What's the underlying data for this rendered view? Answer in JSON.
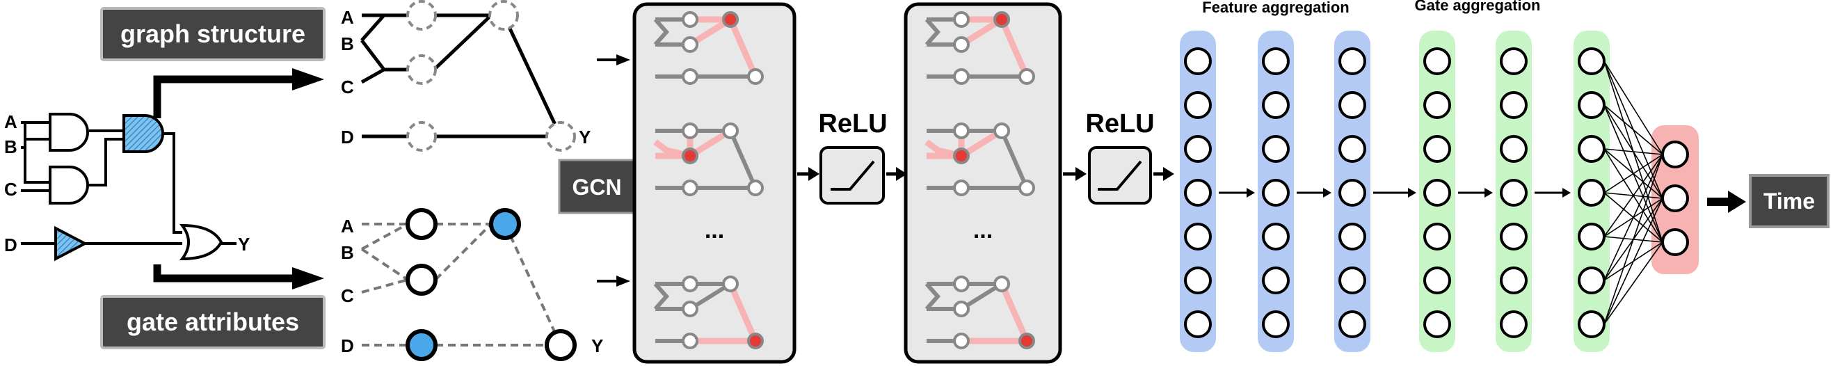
{
  "labels": {
    "graph_structure": "graph structure",
    "gate_attributes": "gate attributes",
    "gcn": "GCN",
    "relu_1": "ReLU",
    "relu_2": "ReLU",
    "ellipsis_1": "...",
    "ellipsis_2": "...",
    "feature_aggregation": "Feature aggregation",
    "gate_aggregation": "Gate aggregation",
    "time": "Time"
  },
  "circuit": {
    "inputs": [
      "A",
      "B",
      "C",
      "D"
    ],
    "output": "Y"
  },
  "graph_structure_nodes": {
    "inputs": [
      "A",
      "B",
      "C",
      "D"
    ],
    "output": "Y"
  },
  "gate_attribute_nodes": {
    "inputs": [
      "A",
      "B",
      "C",
      "D"
    ],
    "output": "Y"
  },
  "mlp": {
    "feature_layers": 3,
    "gate_layers": 3,
    "neurons_per_layer": 7,
    "output_neurons": 3
  },
  "colors": {
    "feature_layer": "#b3cbf4",
    "gate_layer": "#c8f5c6",
    "output_layer": "#f6b3b1",
    "gate_fill": "#5aaee6",
    "highlight_edge": "#f8b4b4",
    "highlight_node": "#e53935",
    "dark_box": "#444444",
    "gcn_panel": "#e8e8e8"
  }
}
